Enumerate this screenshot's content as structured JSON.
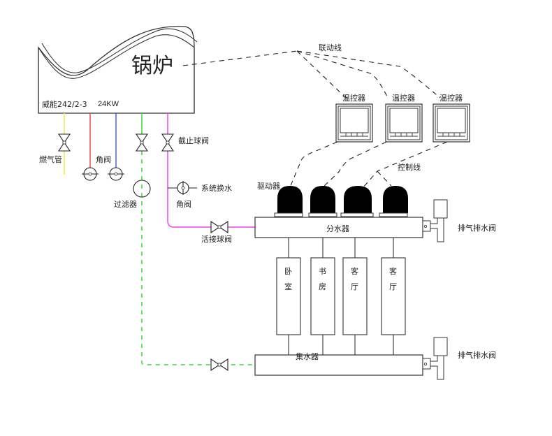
{
  "diagram": {
    "type": "floor-heating-system-schematic",
    "boiler": {
      "title": "锅炉",
      "model": "威能242/2-3",
      "power": "24KW"
    },
    "pipe_colors": {
      "gas": "#f2e84a",
      "supply_hot": "#ee4b4b",
      "supply_cold": "#4b5ff0",
      "return": "#33dd33",
      "heating_supply": "#ee44ee"
    },
    "labels": {
      "gas_pipe": "燃气管",
      "angle_valve_1": "角阀",
      "angle_valve_2": "角阀",
      "stop_ball_valve": "截止球阀",
      "filter": "过滤器",
      "system_water_change": "系统换水",
      "union_ball_valve": "活接球阀",
      "linkage_line": "联动线",
      "control_line": "控制线",
      "actuator": "驱动器",
      "supply_manifold": "分水器",
      "return_manifold": "集水器",
      "air_drain_valve_top": "排气排水阀",
      "air_drain_valve_bottom": "排气排水阀"
    },
    "thermostats": [
      {
        "label": "温控器"
      },
      {
        "label": "温控器"
      },
      {
        "label": "温控器"
      }
    ],
    "loops": [
      {
        "room_line1": "卧",
        "room_line2": "室"
      },
      {
        "room_line1": "书",
        "room_line2": "房"
      },
      {
        "room_line1": "客",
        "room_line2": "厅"
      },
      {
        "room_line1": "客",
        "room_line2": "厅"
      }
    ]
  }
}
